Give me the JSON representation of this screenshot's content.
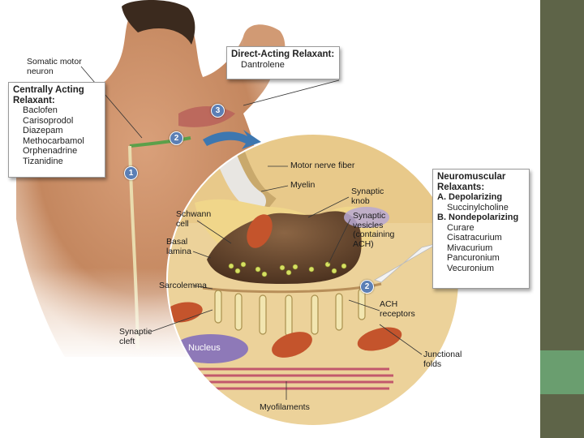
{
  "colors": {
    "sidebar": "#5e6448",
    "sidebar_accent": "#6a9e6f",
    "skin": "#c78f6a",
    "marker": "#5b7fb5",
    "muscle_fiber": "#ecd29a",
    "nerve_knob": "#7a5a3a",
    "vesicle": "#d6e063",
    "mitochondria": "#c4542c",
    "nucleus": "#8e79b8"
  },
  "labels": {
    "somatic_motor_neuron": "Somatic motor neuron",
    "motor_nerve_fiber": "Motor nerve fiber",
    "myelin": "Myelin",
    "synaptic_knob": "Synaptic knob",
    "schwann_cell": "Schwann cell",
    "synaptic_vesicles": "Synaptic vesicles (containing ACH)",
    "basal_lamina": "Basal lamina",
    "sarcolemma": "Sarcolemma",
    "ach_receptors": "ACH receptors",
    "synaptic_cleft": "Synaptic cleft",
    "nucleus": "Nucleus",
    "junctional_folds": "Junctional folds",
    "myofilaments": "Myofilaments"
  },
  "markers": [
    "1",
    "2",
    "3",
    "2"
  ],
  "boxes": {
    "central": {
      "title": "Centrally Acting Relaxant:",
      "items": [
        "Baclofen",
        "Carisoprodol",
        "Diazepam",
        "Methocarbamol",
        "Orphenadrine",
        "Tizanidine"
      ]
    },
    "direct": {
      "title": "Direct-Acting Relaxant:",
      "items": [
        "Dantrolene"
      ]
    },
    "neuromuscular": {
      "title": "Neuromuscular Relaxants:",
      "a_title": "A. Depolarizing",
      "a_items": [
        "Succinylcholine"
      ],
      "b_title": "B. Nondepolarizing",
      "b_items": [
        "Curare",
        "Cisatracurium",
        "Mivacurium",
        "Pancuronium",
        "Vecuronium"
      ]
    }
  }
}
